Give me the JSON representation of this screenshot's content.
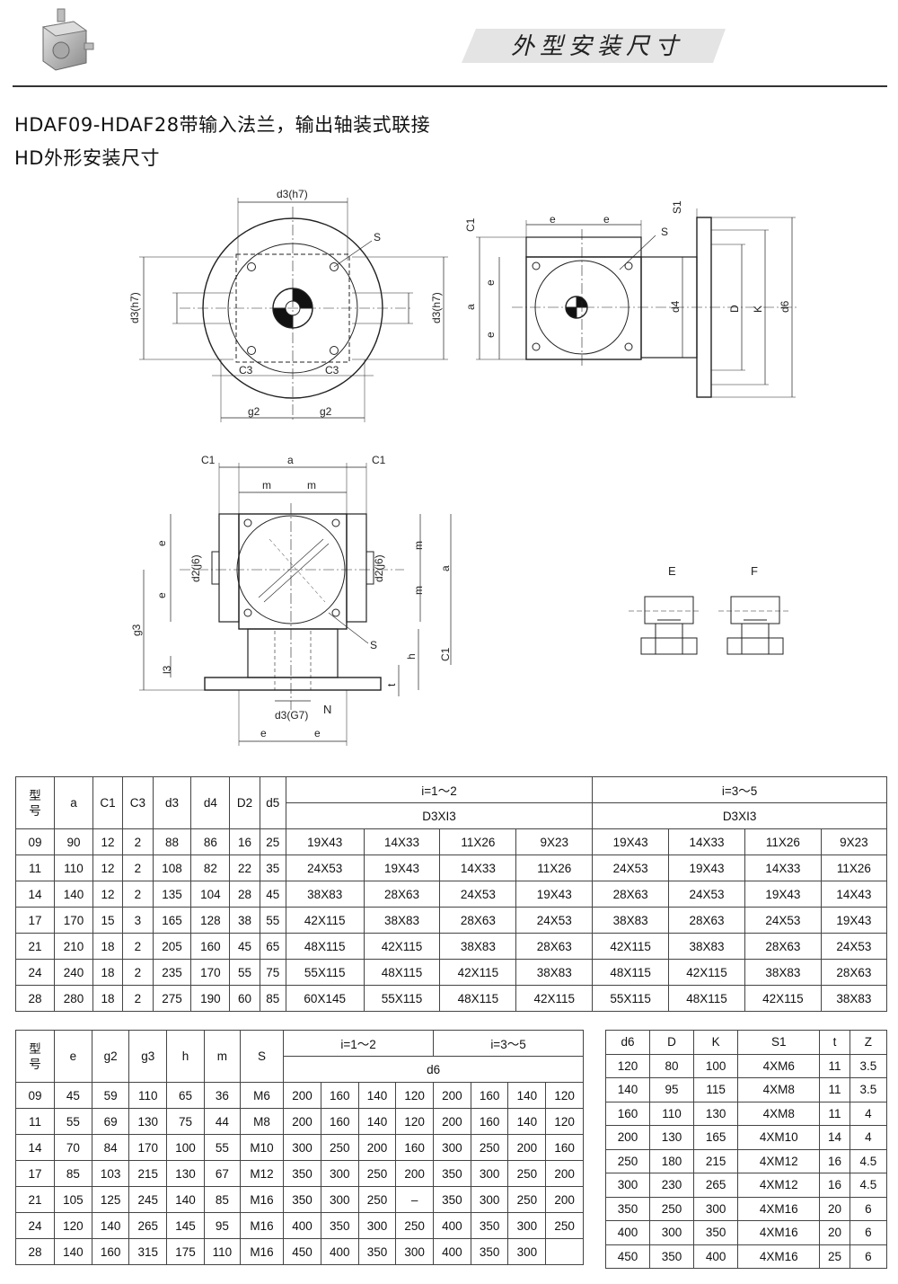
{
  "header": {
    "title": "外型安装尺寸"
  },
  "headings": {
    "line1": "HDAF09-HDAF28带输入法兰，输出轴装式联接",
    "line2": "HD外形安装尺寸"
  },
  "drawing_labels": {
    "d3h7_top": "d3(h7)",
    "d3h7_left": "d3(h7)",
    "d3h7_right": "d3(h7)",
    "S": "S",
    "C3": "C3",
    "g2": "g2",
    "C1": "C1",
    "e": "e",
    "S1": "S1",
    "a": "a",
    "d4": "d4",
    "D": "D",
    "K": "K",
    "d6": "d6",
    "m": "m",
    "d2j6": "d2(j6)",
    "g3": "g3",
    "l3": "l3",
    "h": "h",
    "t": "t",
    "d3G7": "d3(G7)",
    "N": "N",
    "E": "E",
    "F": "F"
  },
  "table1": {
    "model_label": [
      "型",
      "号"
    ],
    "headers": [
      "a",
      "C1",
      "C3",
      "d3",
      "d4",
      "D2",
      "d5"
    ],
    "ratio_a": "i=1～2",
    "ratio_b": "i=3～5",
    "sub_a": "D3XI3",
    "sub_b": "D3XI3",
    "rows": [
      [
        "09",
        "90",
        "12",
        "2",
        "88",
        "86",
        "16",
        "25",
        "19X43",
        "14X33",
        "11X26",
        "9X23",
        "19X43",
        "14X33",
        "11X26",
        "9X23"
      ],
      [
        "11",
        "110",
        "12",
        "2",
        "108",
        "82",
        "22",
        "35",
        "24X53",
        "19X43",
        "14X33",
        "11X26",
        "24X53",
        "19X43",
        "14X33",
        "11X26"
      ],
      [
        "14",
        "140",
        "12",
        "2",
        "135",
        "104",
        "28",
        "45",
        "38X83",
        "28X63",
        "24X53",
        "19X43",
        "28X63",
        "24X53",
        "19X43",
        "14X43"
      ],
      [
        "17",
        "170",
        "15",
        "3",
        "165",
        "128",
        "38",
        "55",
        "42X115",
        "38X83",
        "28X63",
        "24X53",
        "38X83",
        "28X63",
        "24X53",
        "19X43"
      ],
      [
        "21",
        "210",
        "18",
        "2",
        "205",
        "160",
        "45",
        "65",
        "48X115",
        "42X115",
        "38X83",
        "28X63",
        "42X115",
        "38X83",
        "28X63",
        "24X53"
      ],
      [
        "24",
        "240",
        "18",
        "2",
        "235",
        "170",
        "55",
        "75",
        "55X115",
        "48X115",
        "42X115",
        "38X83",
        "48X115",
        "42X115",
        "38X83",
        "28X63"
      ],
      [
        "28",
        "280",
        "18",
        "2",
        "275",
        "190",
        "60",
        "85",
        "60X145",
        "55X115",
        "48X115",
        "42X115",
        "55X115",
        "48X115",
        "42X115",
        "38X83"
      ]
    ]
  },
  "table2": {
    "model_label": [
      "型",
      "号"
    ],
    "headers": [
      "e",
      "g2",
      "g3",
      "h",
      "m",
      "S"
    ],
    "ratio_a": "i=1～2",
    "ratio_b": "i=3～5",
    "sub": "d6",
    "rows": [
      [
        "09",
        "45",
        "59",
        "110",
        "65",
        "36",
        "M6",
        "200",
        "160",
        "140",
        "120",
        "200",
        "160",
        "140",
        "120"
      ],
      [
        "11",
        "55",
        "69",
        "130",
        "75",
        "44",
        "M8",
        "200",
        "160",
        "140",
        "120",
        "200",
        "160",
        "140",
        "120"
      ],
      [
        "14",
        "70",
        "84",
        "170",
        "100",
        "55",
        "M10",
        "300",
        "250",
        "200",
        "160",
        "300",
        "250",
        "200",
        "160"
      ],
      [
        "17",
        "85",
        "103",
        "215",
        "130",
        "67",
        "M12",
        "350",
        "300",
        "250",
        "200",
        "350",
        "300",
        "250",
        "200"
      ],
      [
        "21",
        "105",
        "125",
        "245",
        "140",
        "85",
        "M16",
        "350",
        "300",
        "250",
        "–",
        "350",
        "300",
        "250",
        "200"
      ],
      [
        "24",
        "120",
        "140",
        "265",
        "145",
        "95",
        "M16",
        "400",
        "350",
        "300",
        "250",
        "400",
        "350",
        "300",
        "250"
      ],
      [
        "28",
        "140",
        "160",
        "315",
        "175",
        "110",
        "M16",
        "450",
        "400",
        "350",
        "300",
        "400",
        "350",
        "300",
        ""
      ]
    ]
  },
  "table3": {
    "headers": [
      "d6",
      "D",
      "K",
      "S1",
      "t",
      "Z"
    ],
    "rows": [
      [
        "120",
        "80",
        "100",
        "4XM6",
        "11",
        "3.5"
      ],
      [
        "140",
        "95",
        "115",
        "4XM8",
        "11",
        "3.5"
      ],
      [
        "160",
        "110",
        "130",
        "4XM8",
        "11",
        "4"
      ],
      [
        "200",
        "130",
        "165",
        "4XM10",
        "14",
        "4"
      ],
      [
        "250",
        "180",
        "215",
        "4XM12",
        "16",
        "4.5"
      ],
      [
        "300",
        "230",
        "265",
        "4XM12",
        "16",
        "4.5"
      ],
      [
        "350",
        "250",
        "300",
        "4XM16",
        "20",
        "6"
      ],
      [
        "400",
        "300",
        "350",
        "4XM16",
        "20",
        "6"
      ],
      [
        "450",
        "350",
        "400",
        "4XM16",
        "25",
        "6"
      ]
    ]
  }
}
